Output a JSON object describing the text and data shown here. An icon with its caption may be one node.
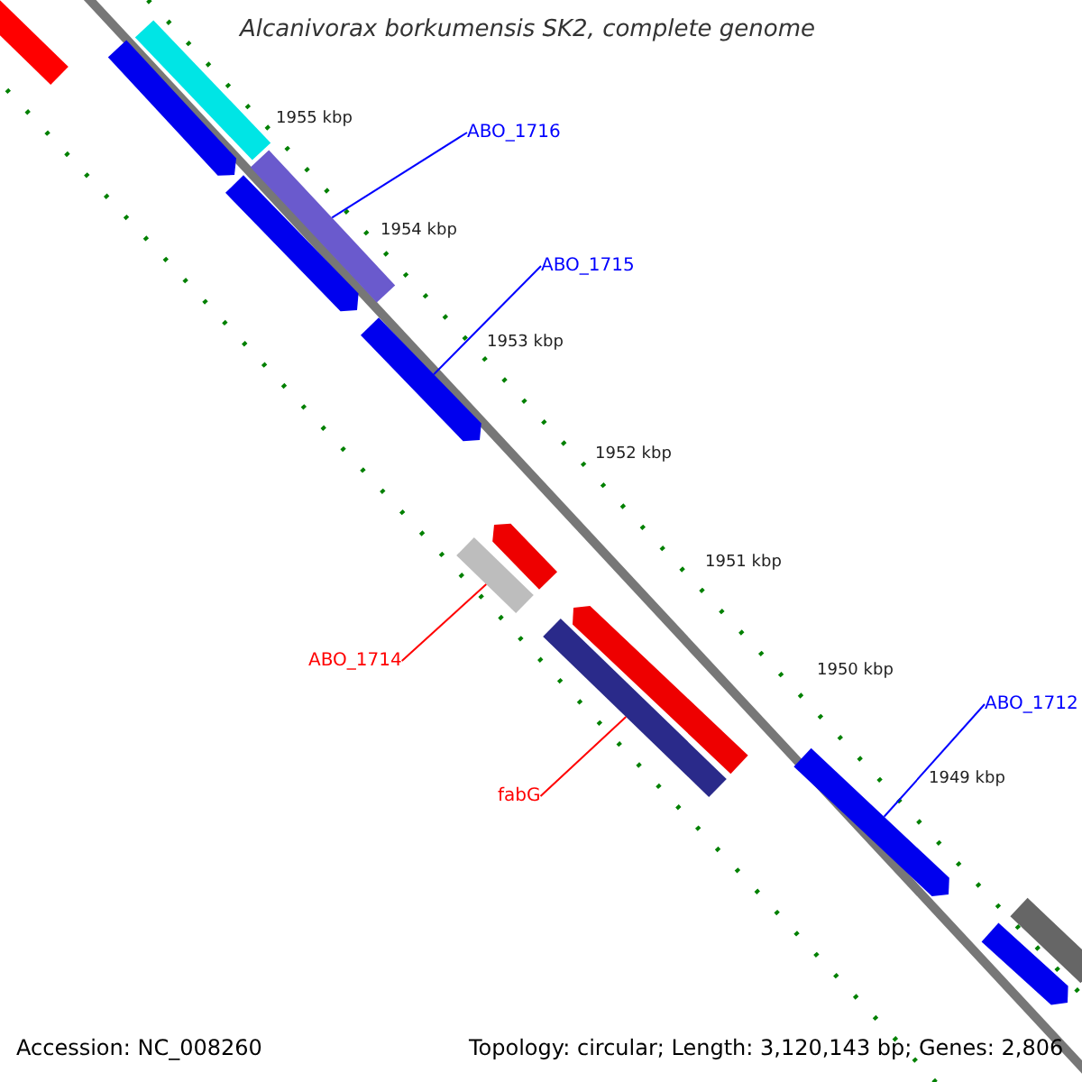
{
  "diagram": {
    "title": "Alcanivorax borkumensis SK2, complete genome",
    "nodes": [
      {
        "text": [],
        "shape": "bar"
      },
      {
        "text": [],
        "shape": "bar"
      },
      {
        "text": [],
        "shape": "bar"
      },
      {
        "text": [
          "ABO_1716"
        ]
      },
      {
        "text": [],
        "shape": "bar"
      },
      {
        "text": [],
        "shape": "bar"
      },
      {
        "text": [
          "ABO_1715"
        ]
      },
      {
        "text": [],
        "shape": "bar"
      },
      {
        "text": [],
        "shape": "bar"
      },
      {
        "text": [
          "ABO_1714"
        ]
      },
      {
        "text": [],
        "shape": "bar"
      },
      {
        "text": [],
        "shape": "bar"
      },
      {
        "text": [
          "fabG"
        ]
      },
      {
        "text": [],
        "shape": "bar"
      },
      {
        "text": [
          "ABO_1712"
        ]
      },
      {
        "text": [],
        "shape": "bar"
      },
      {
        "text": [],
        "shape": "bar"
      },
      {
        "text": [],
        "shape": "bar"
      }
    ],
    "edges": [
      {
        "from": 3,
        "to": 4,
        "arrow": "none",
        "color": "#0000ff"
      },
      {
        "from": 6,
        "to": 7,
        "arrow": "none",
        "color": "#0000ff"
      },
      {
        "from": 9,
        "to": 10,
        "arrow": "none",
        "color": "#ff0000"
      },
      {
        "from": 12,
        "to": 13,
        "arrow": "none",
        "color": "#ff0000"
      },
      {
        "from": 14,
        "to": 15,
        "arrow": "none",
        "color": "#0000ff"
      }
    ],
    "labels": [
      "1955 kbp",
      "1954 kbp",
      "1953 kbp",
      "1952 kbp",
      "1951 kbp",
      "1950 kbp",
      "1949 kbp",
      "Accession: NC_008260",
      "Topology: circular; Length: 3,120,143 bp; Genes: 2,806"
    ]
  }
}
